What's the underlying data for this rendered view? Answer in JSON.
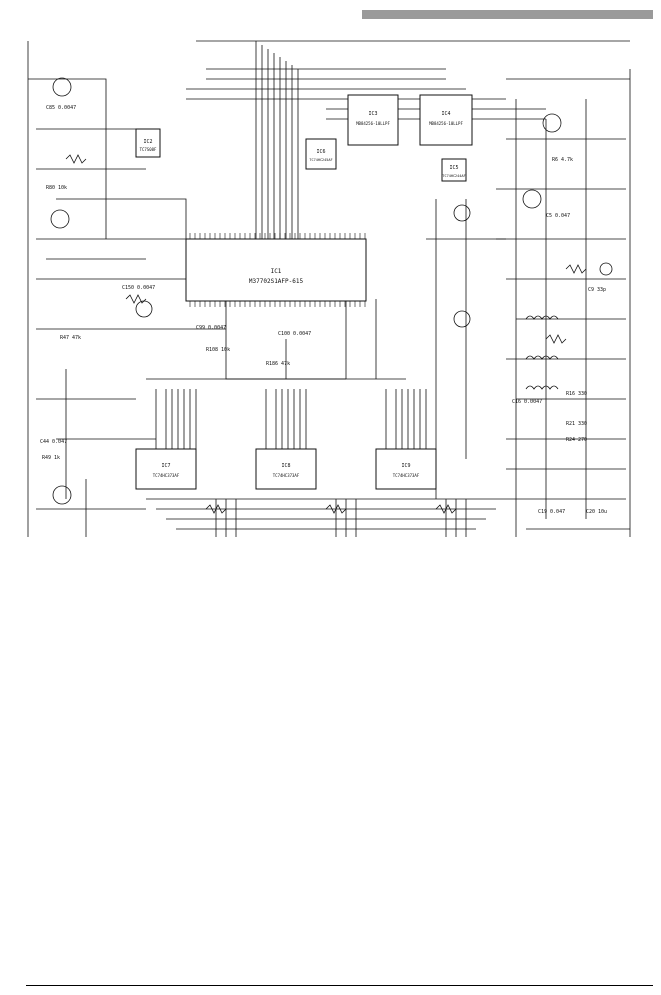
{
  "page": {
    "header_color": "#9a9a9a",
    "ink_color": "#111111"
  },
  "schematic": {
    "chips": [
      {
        "ref": "IC1",
        "part": "M37702S1AFP-615"
      },
      {
        "ref": "IC2",
        "part": "TC7S08F"
      },
      {
        "ref": "IC3",
        "part": "MB84256-10LLPF"
      },
      {
        "ref": "IC4",
        "part": "MB84256-10LLPF"
      },
      {
        "ref": "IC5",
        "part": "TC74HC244AF"
      },
      {
        "ref": "IC6",
        "part": "TC74HC245AF"
      },
      {
        "ref": "IC7",
        "part": "TC74HC373AF"
      },
      {
        "ref": "IC8",
        "part": "TC74HC373AF"
      },
      {
        "ref": "IC9",
        "part": "TC74HC373AF"
      }
    ],
    "labels": [
      {
        "text": "C85 0.0047"
      },
      {
        "text": "R80 10k"
      },
      {
        "text": "C150 0.0047"
      },
      {
        "text": "C44 0.047"
      },
      {
        "text": "R49 1k"
      },
      {
        "text": "C9 33p"
      },
      {
        "text": "R47 47k"
      },
      {
        "text": "C99 0.0047"
      },
      {
        "text": "R108 10k"
      },
      {
        "text": "C5 0.047"
      },
      {
        "text": "R6 4.7k"
      },
      {
        "text": "C100 0.0047"
      },
      {
        "text": "R186 47k"
      },
      {
        "text": "C16 0.0047"
      },
      {
        "text": "R16 330"
      },
      {
        "text": "R21 330"
      },
      {
        "text": "R24 270"
      },
      {
        "text": "C19 0.047"
      },
      {
        "text": "C20 10u"
      }
    ]
  }
}
